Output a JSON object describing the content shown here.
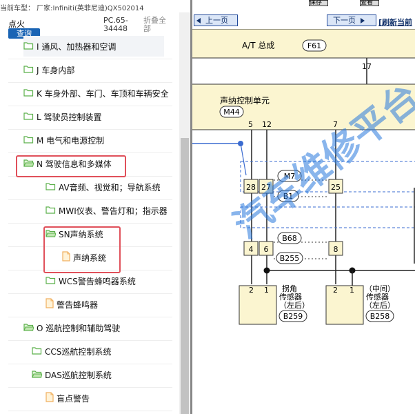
{
  "topbar": {
    "car_model": "当前车型： 厂家:Infiniti(英菲尼迪)QX502014",
    "btn1": "保存",
    "btn2": "查看"
  },
  "left_panel": {
    "ignition": "点火",
    "query_button": "查询",
    "pc_code": "PC.65-34448",
    "collapse_all": "折叠全部",
    "tree": [
      {
        "label": "I 通风、加热器和空调",
        "icon": "folder-icon"
      },
      {
        "label": "J 车身内部",
        "icon": "folder-icon"
      },
      {
        "label": "K 车身外部、车门、车顶和车辆安全",
        "icon": "folder-icon"
      },
      {
        "label": "L 驾驶员控制装置",
        "icon": "folder-icon"
      },
      {
        "label": "M 电气和电源控制",
        "icon": "folder-icon"
      },
      {
        "label": "N 驾驶信息和多媒体",
        "icon": "folder-open-icon"
      },
      {
        "label": "AV音频、视觉和；导航系统",
        "icon": "folder-icon"
      },
      {
        "label": "MWI仪表、警告灯和；指示器",
        "icon": "folder-icon"
      },
      {
        "label": "SN声纳系统",
        "icon": "folder-open-icon"
      },
      {
        "label": "声纳系统",
        "icon": "document-icon"
      },
      {
        "label": "WCS警告蜂鸣器系统",
        "icon": "folder-icon"
      },
      {
        "label": "警告蜂鸣器",
        "icon": "document-icon"
      },
      {
        "label": "O 巡航控制和辅助驾驶",
        "icon": "folder-open-icon"
      },
      {
        "label": "CCS巡航控制系统",
        "icon": "folder-icon"
      },
      {
        "label": "DAS巡航控制系统",
        "icon": "folder-open-icon"
      },
      {
        "label": "盲点警告",
        "icon": "document-icon"
      }
    ]
  },
  "right_panel": {
    "prev_page": "上一页",
    "next_page": "下一页",
    "refresh": "[刷新当前",
    "at_assembly": "A/T 总成",
    "f61": "F61",
    "pin17": "17",
    "sonar_unit": "声纳控制单元",
    "m44": "M44",
    "pin5": "5",
    "pin12": "12",
    "pin7": "7",
    "pin28": "28",
    "pin27": "27",
    "pin25": "25",
    "m7": "M7",
    "b1": "B1",
    "b68": "B68",
    "pin4": "4",
    "pin6": "6",
    "pin8": "8",
    "b255": "B255",
    "sensor_left_pin2": "2",
    "sensor_left_pin1": "1",
    "corner_sensor_line1": "拐角",
    "corner_sensor_line2": "传感器",
    "corner_sensor_line3": "（左后）",
    "b259": "B259",
    "sensor_mid_pin2": "2",
    "sensor_mid_pin1": "1",
    "mid_sensor_line1": "（中间）",
    "mid_sensor_line2": "传感器",
    "mid_sensor_line3": "（左后）",
    "b258": "B258",
    "watermark": "汽车维修平台"
  },
  "colors": {
    "accent": "#1a64b4",
    "highlight": "#e0505a",
    "diagram_fill": "#fbf5d0",
    "folder_green": "#5bb04a",
    "doc_orange": "#f0b060"
  }
}
